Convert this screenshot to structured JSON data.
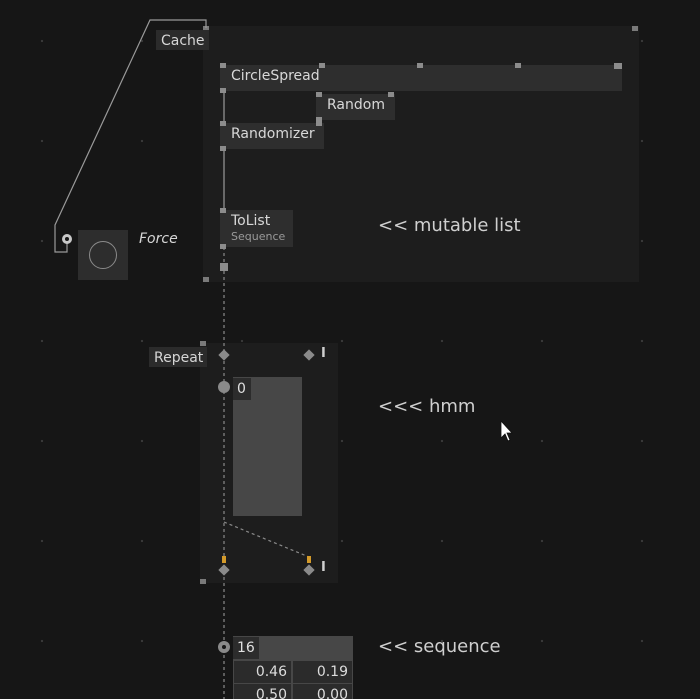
{
  "nodes": {
    "cache": "Cache",
    "circle_spread": "CircleSpread",
    "random": "Random",
    "randomizer": "Randomizer",
    "tolist": "ToList",
    "tolist_sub": "Sequence",
    "force": "Force",
    "repeat": "Repeat",
    "repeat_in_marker": "I",
    "repeat_out_marker": "I"
  },
  "values": {
    "repeat_index": "0",
    "sequence_count": "16",
    "row1_a": "0.46",
    "row1_b": "0.19",
    "row2_a": "0.50",
    "row2_b": "0.00"
  },
  "comments": {
    "mutable": "<< mutable list",
    "hmm": "<<< hmm",
    "sequence": "<< sequence"
  },
  "colors": {
    "background": "#161616",
    "region": "#1d1d1d",
    "node": "#2e2e2e",
    "pin": "#8c8c8c",
    "accent_pin": "#d39a2a"
  }
}
